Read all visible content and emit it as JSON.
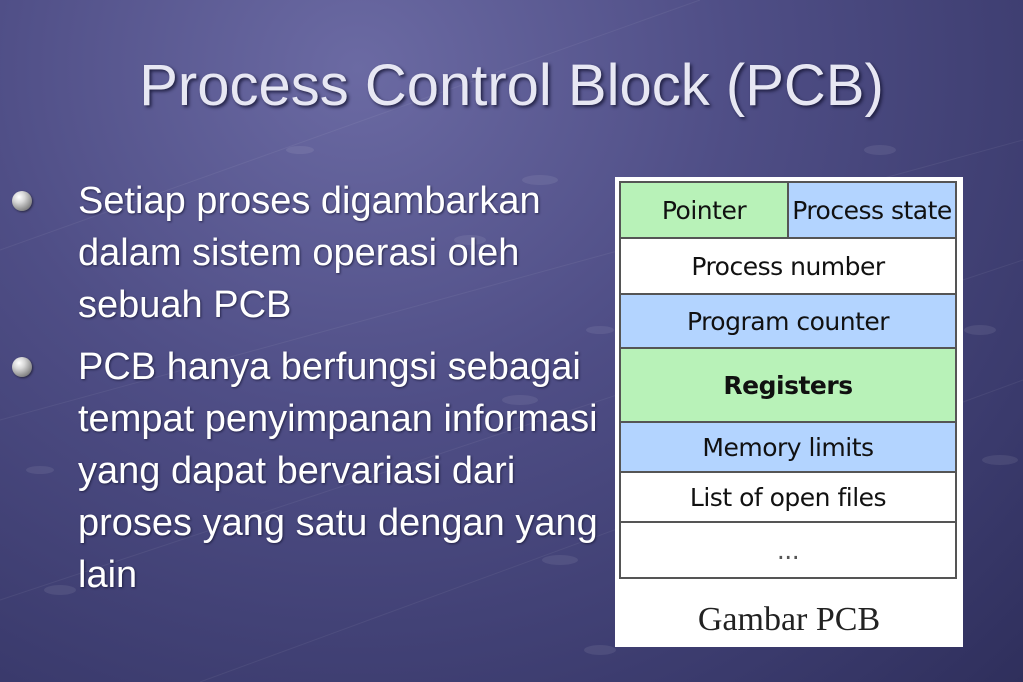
{
  "slide": {
    "title": "Process Control Block (PCB)",
    "bullets": [
      "Setiap proses digambarkan dalam sistem operasi oleh sebuah PCB",
      "PCB hanya berfungsi sebagai tempat penyimpanan informasi yang dapat bervariasi dari proses yang satu dengan yang lain"
    ]
  },
  "pcb": {
    "pointer": "Pointer",
    "process_state": "Process state",
    "process_number": "Process number",
    "program_counter": "Program counter",
    "registers": "Registers",
    "memory_limits": "Memory limits",
    "open_files": "List of open files",
    "ellipsis": "...",
    "caption": "Gambar PCB"
  },
  "colors": {
    "green_row": "#b8f2b8",
    "blue_row": "#b3d4ff",
    "background": "#4f4e86"
  }
}
